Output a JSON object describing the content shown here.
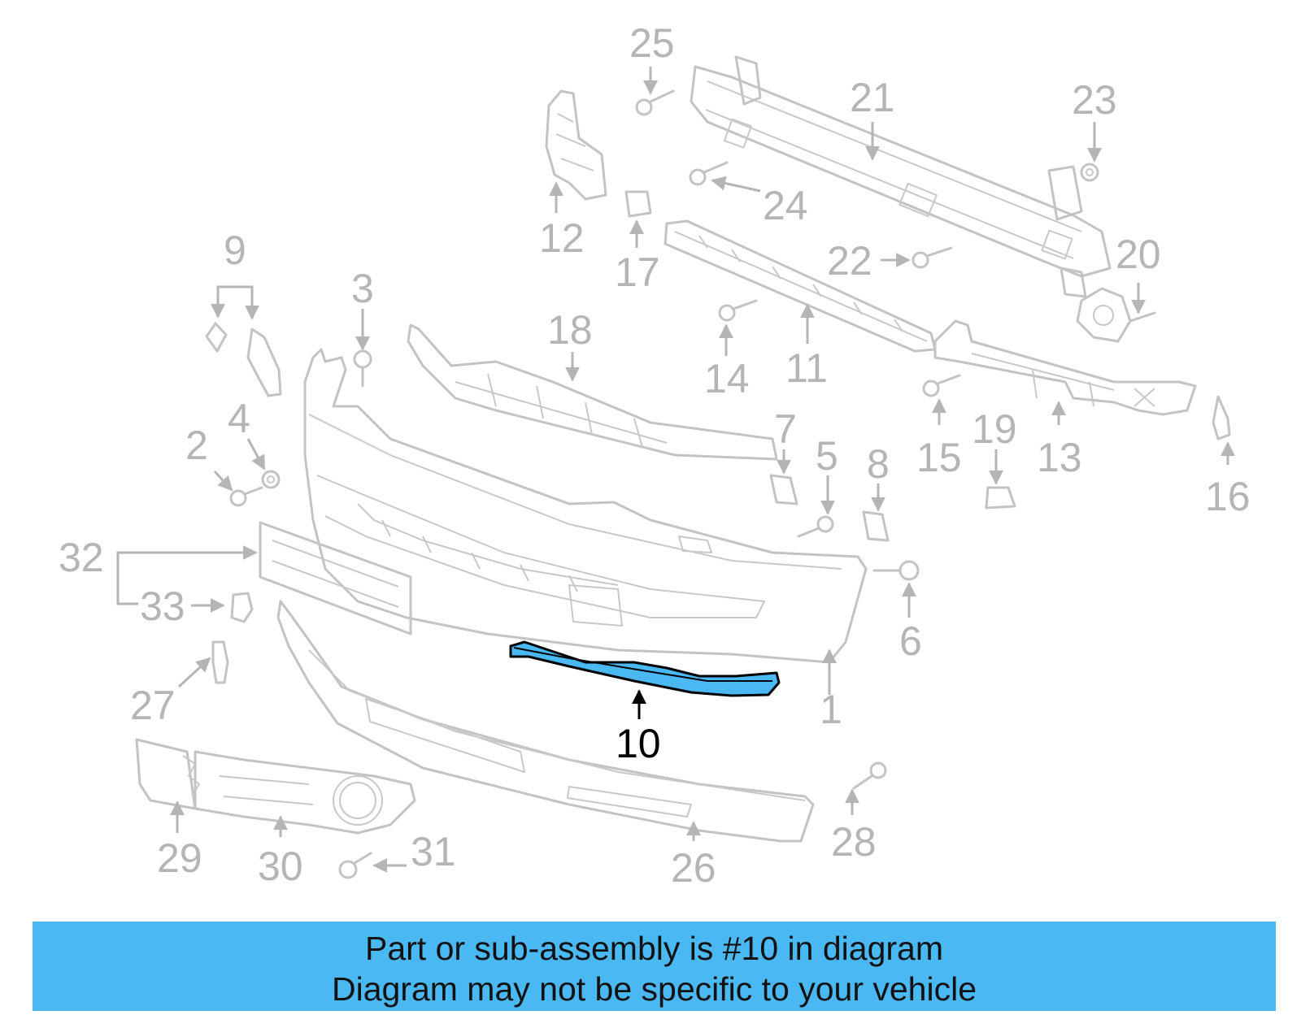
{
  "diagram": {
    "highlight_color": "#4ab8f2",
    "highlighted_part": "10",
    "callouts": [
      "1",
      "2",
      "3",
      "4",
      "5",
      "6",
      "7",
      "8",
      "9",
      "10",
      "11",
      "12",
      "13",
      "14",
      "15",
      "16",
      "17",
      "18",
      "19",
      "20",
      "21",
      "22",
      "23",
      "24",
      "25",
      "26",
      "27",
      "28",
      "29",
      "30",
      "31",
      "32",
      "33"
    ]
  },
  "banner": {
    "background": "#4ab8f2",
    "line1": "Part or sub-assembly is #10 in diagram",
    "line2": "Diagram may not be specific to your vehicle"
  }
}
